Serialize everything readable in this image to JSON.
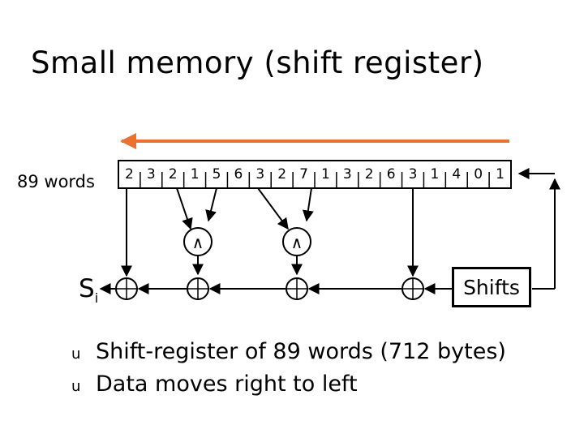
{
  "title": "Small memory (shift register)",
  "register_label": "89 words",
  "register_digits": [
    "2",
    "3",
    "2",
    "1",
    "5",
    "6",
    "3",
    "2",
    "7",
    "1",
    "3",
    "2",
    "6",
    "3",
    "1",
    "4",
    "0",
    "1"
  ],
  "and_symbol": "∧",
  "si_label": {
    "base": "S",
    "sub": "i"
  },
  "shifts_label": "Shifts",
  "bullets": [
    {
      "mark": "u",
      "text": "Shift-register of 89 words (712 bytes)"
    },
    {
      "mark": "u",
      "text": "Data moves right to left"
    }
  ],
  "colors": {
    "arrow": "#ec7030",
    "line": "#000000"
  }
}
